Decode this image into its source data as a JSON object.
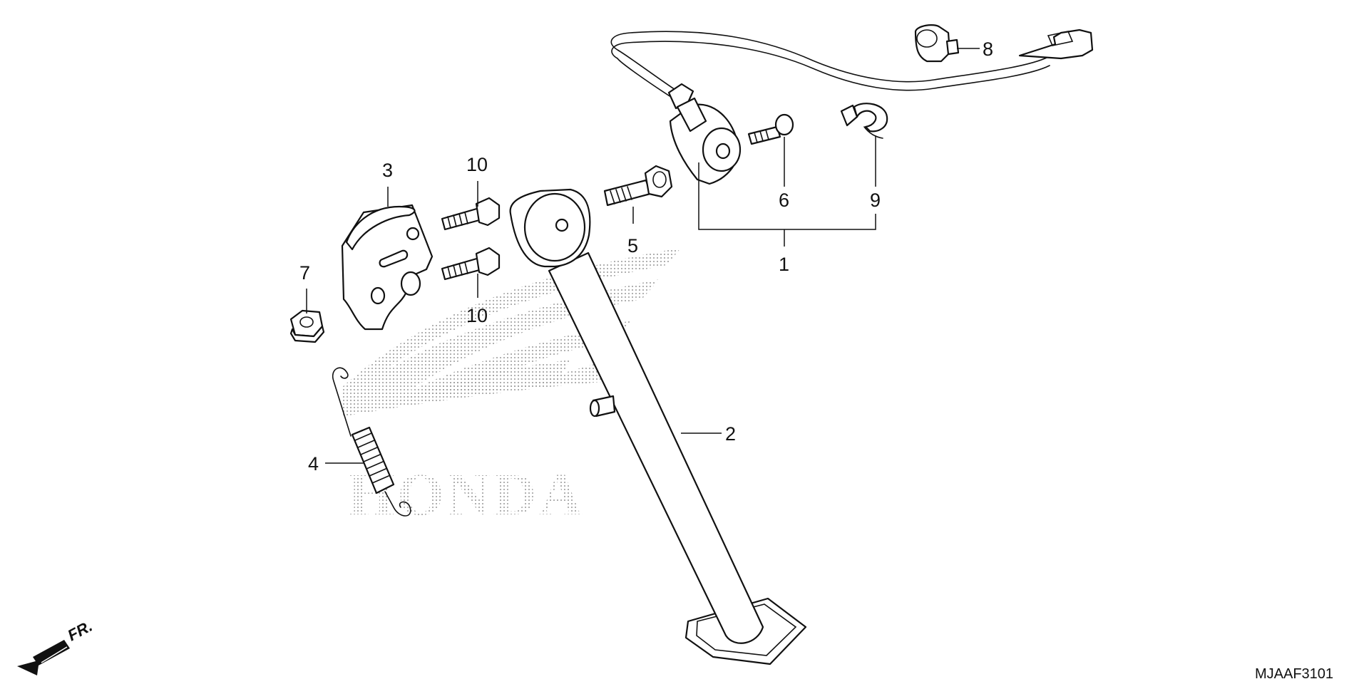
{
  "diagram": {
    "callouts": [
      {
        "id": "1",
        "label": "1"
      },
      {
        "id": "2",
        "label": "2"
      },
      {
        "id": "3",
        "label": "3"
      },
      {
        "id": "4",
        "label": "4"
      },
      {
        "id": "5",
        "label": "5"
      },
      {
        "id": "6",
        "label": "6"
      },
      {
        "id": "7",
        "label": "7"
      },
      {
        "id": "8",
        "label": "8"
      },
      {
        "id": "9",
        "label": "9"
      },
      {
        "id": "10a",
        "label": "10"
      },
      {
        "id": "10b",
        "label": "10"
      }
    ],
    "watermark_text": "HONDA",
    "direction_label": "FR.",
    "diagram_code": "MJAAF3101"
  }
}
